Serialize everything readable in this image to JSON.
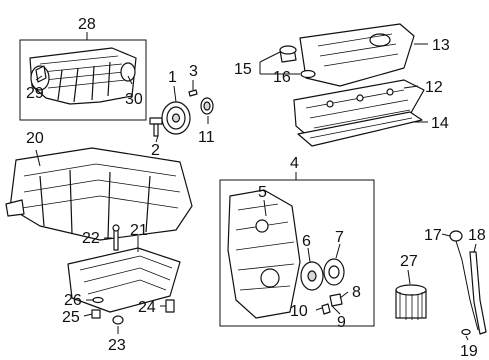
{
  "callouts": {
    "c1": "1",
    "c2": "2",
    "c3": "3",
    "c4": "4",
    "c5": "5",
    "c6": "6",
    "c7": "7",
    "c8": "8",
    "c9": "9",
    "c10": "10",
    "c11": "11",
    "c12": "12",
    "c13": "13",
    "c14": "14",
    "c15": "15",
    "c16": "16",
    "c17": "17",
    "c18": "18",
    "c19": "19",
    "c20": "20",
    "c21": "21",
    "c22": "22",
    "c23": "23",
    "c24": "24",
    "c25": "25",
    "c26": "26",
    "c27": "27",
    "c28": "28",
    "c29": "29",
    "c30": "30"
  },
  "colors": {
    "line": "#111111",
    "background": "#ffffff"
  }
}
